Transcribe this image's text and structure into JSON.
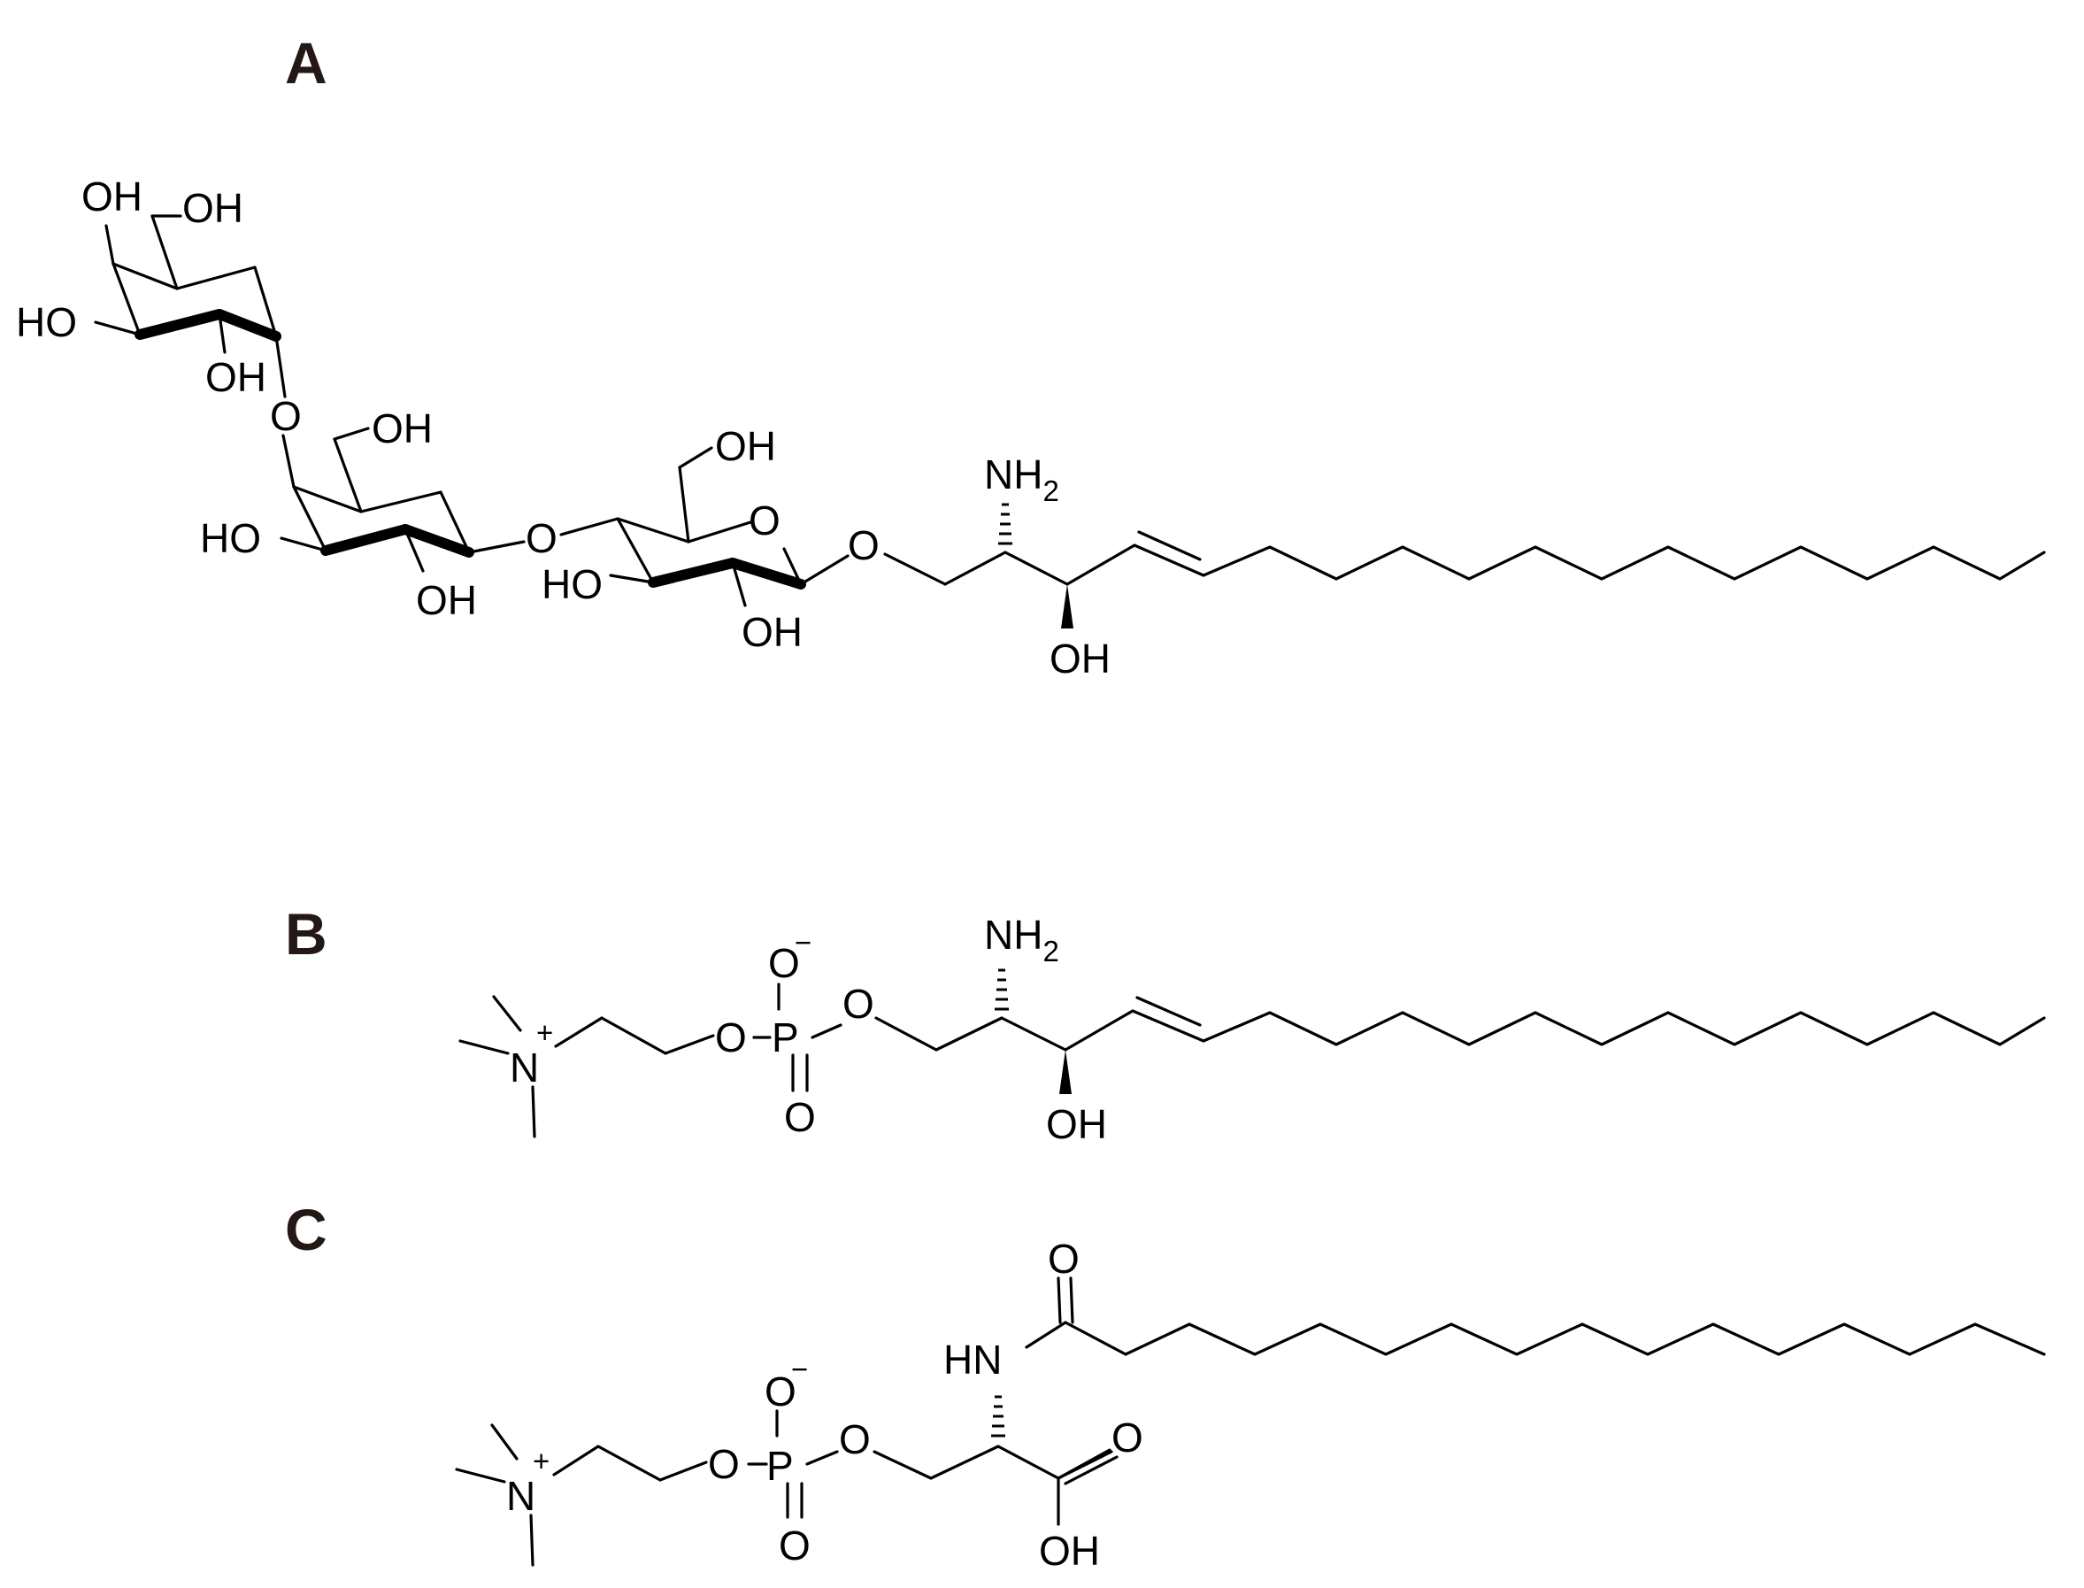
{
  "panels": {
    "a": "A",
    "b": "B",
    "c": "C"
  },
  "atoms": {
    "oh": "OH",
    "ho": "HO",
    "o": "O",
    "p": "P",
    "n": "N",
    "hn": "HN",
    "nh": "NH",
    "h2_subscript": "2",
    "plus": "+",
    "minus": "−"
  }
}
